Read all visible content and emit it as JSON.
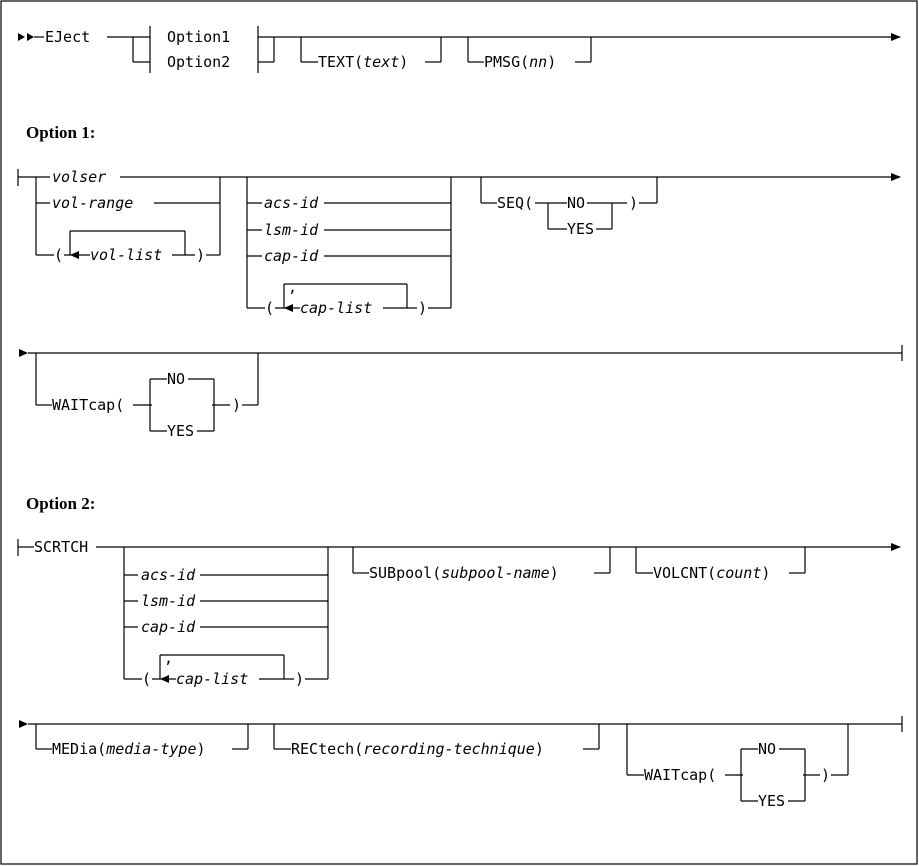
{
  "headings": {
    "option1": "Option 1:",
    "option2": "Option 2:"
  },
  "main": {
    "command": "EJect",
    "option1": "Option1",
    "option2": "Option2",
    "text_prefix": "TEXT(",
    "text_param": "text",
    "close": ")",
    "pmsg_prefix": "PMSG(",
    "pmsg_param": "nn"
  },
  "opt1": {
    "volser": "volser",
    "vol_range": "vol-range",
    "open": "(",
    "vol_list": "vol-list",
    "close": ")",
    "acs_id": "acs-id",
    "lsm_id": "lsm-id",
    "cap_id": "cap-id",
    "cap_list": "cap-list",
    "comma": ",",
    "seq_prefix": "SEQ(",
    "no": "NO",
    "yes": "YES",
    "waitcap_prefix": "WAITcap("
  },
  "opt2": {
    "scrtch": "SCRTCH",
    "acs_id": "acs-id",
    "lsm_id": "lsm-id",
    "cap_id": "cap-id",
    "open": "(",
    "cap_list": "cap-list",
    "comma": ",",
    "close": ")",
    "subpool_prefix": "SUBpool(",
    "subpool_param": "subpool-name",
    "volcnt_prefix": "VOLCNT(",
    "volcnt_param": "count",
    "media_prefix": "MEDia(",
    "media_param": "media-type",
    "rectech_prefix": "RECtech(",
    "rectech_param": "recording-technique",
    "waitcap_prefix": "WAITcap(",
    "no": "NO",
    "yes": "YES"
  }
}
